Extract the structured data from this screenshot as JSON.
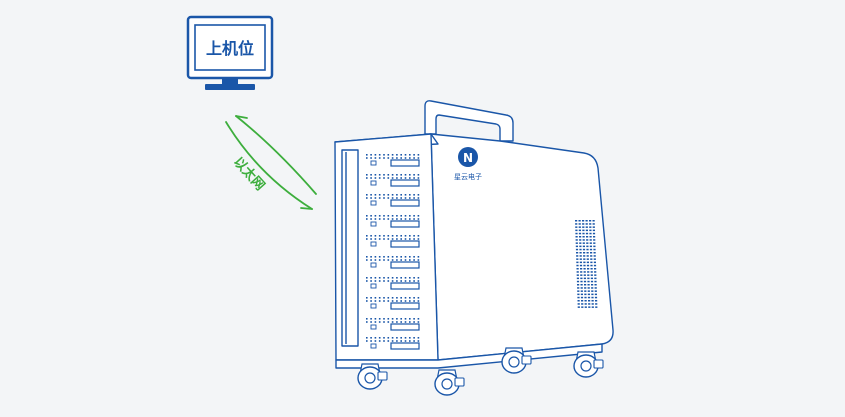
{
  "host": {
    "label": "上机位"
  },
  "link": {
    "label": "以太网"
  },
  "device": {
    "brand_text": "星云电子",
    "logo_mark": "N"
  },
  "colors": {
    "line_blue": "#1a56a8",
    "link_green": "#3dae3d",
    "background": "#f3f5f7",
    "device_fill": "#ffffff"
  },
  "icons": {
    "host": "monitor-icon",
    "arrows": "double-arrow-icon",
    "device": "rack-cabinet-icon",
    "logo": "brand-logo-icon"
  }
}
